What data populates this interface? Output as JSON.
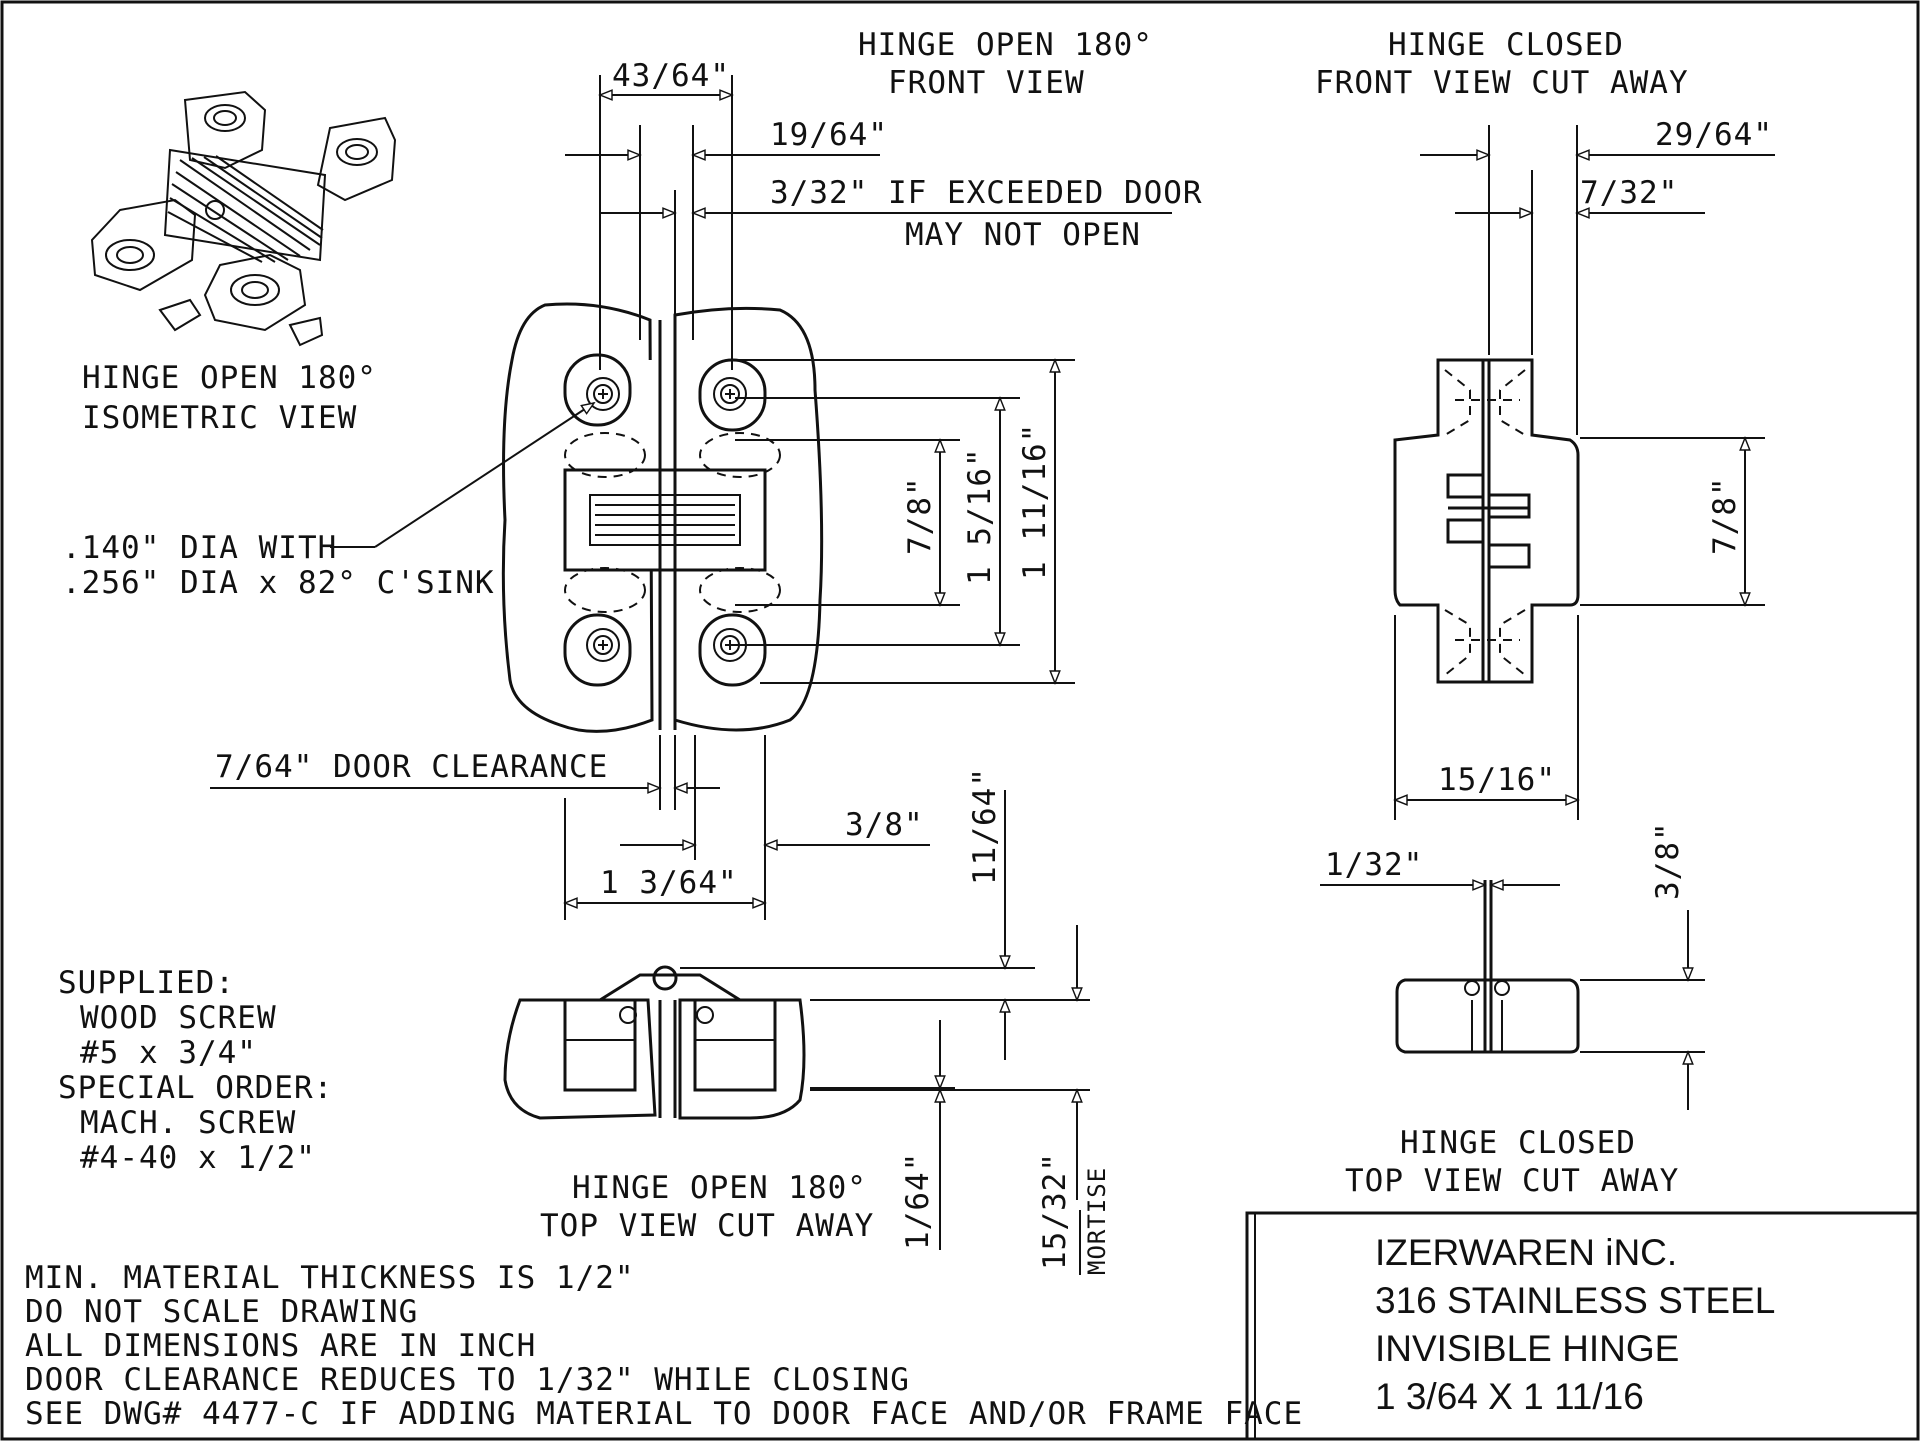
{
  "views": {
    "isometric": {
      "line1": "HINGE OPEN 180°",
      "line2": "ISOMETRIC VIEW"
    },
    "front_open": {
      "line1": "HINGE OPEN 180°",
      "line2": "FRONT VIEW"
    },
    "front_closed": {
      "line1": "HINGE CLOSED",
      "line2": "FRONT VIEW CUT AWAY"
    },
    "top_open": {
      "line1": "HINGE OPEN 180°",
      "line2": "TOP VIEW CUT AWAY"
    },
    "top_closed": {
      "line1": "HINGE CLOSED",
      "line2": "TOP VIEW CUT AWAY"
    }
  },
  "dimensions": {
    "d_43_64": "43/64\"",
    "d_19_64": "19/64\"",
    "d_3_32_line1": "3/32\" IF EXCEEDED DOOR",
    "d_3_32_line2": "MAY NOT OPEN",
    "d_29_64": "29/64\"",
    "d_7_32": "7/32\"",
    "d_7_8_front": "7/8\"",
    "d_1_5_16": "1 5/16\"",
    "d_1_11_16": "1 11/16\"",
    "d_7_8_closed": "7/8\"",
    "d_door_clearance": "7/64\" DOOR CLEARANCE",
    "d_3_8_front": "3/8\"",
    "d_1_3_64": "1 3/64\"",
    "d_11_64": "11/64\"",
    "d_1_64": "1/64\"",
    "d_15_32": "15/32\"",
    "d_mortise": "MORTISE",
    "d_15_16": "15/16\"",
    "d_1_32": "1/32\"",
    "d_3_8_closed": "3/8\""
  },
  "hole_callout": {
    "line1": ".140\" DIA WITH",
    "line2": ".256\" DIA x 82° C'SINK"
  },
  "supplied": {
    "line1": "SUPPLIED:",
    "line2": "WOOD SCREW",
    "line3": "#5 x 3/4\"",
    "line4": "SPECIAL ORDER:",
    "line5": "MACH. SCREW",
    "line6": "#4-40 x 1/2\""
  },
  "notes": [
    "MIN. MATERIAL THICKNESS IS 1/2\"",
    "DO NOT SCALE DRAWING",
    "ALL DIMENSIONS ARE IN INCH",
    "DOOR CLEARANCE REDUCES TO 1/32\" WHILE CLOSING",
    "SEE DWG# 4477-C IF ADDING MATERIAL TO DOOR FACE AND/OR FRAME FACE"
  ],
  "title_block": {
    "company": "IZERWAREN iNC.",
    "material": "316 STAINLESS STEEL",
    "product": "INVISIBLE HINGE",
    "size": "1 3/64 X 1 11/16"
  },
  "colors": {
    "ink": "#111111",
    "paper": "#ffffff"
  }
}
